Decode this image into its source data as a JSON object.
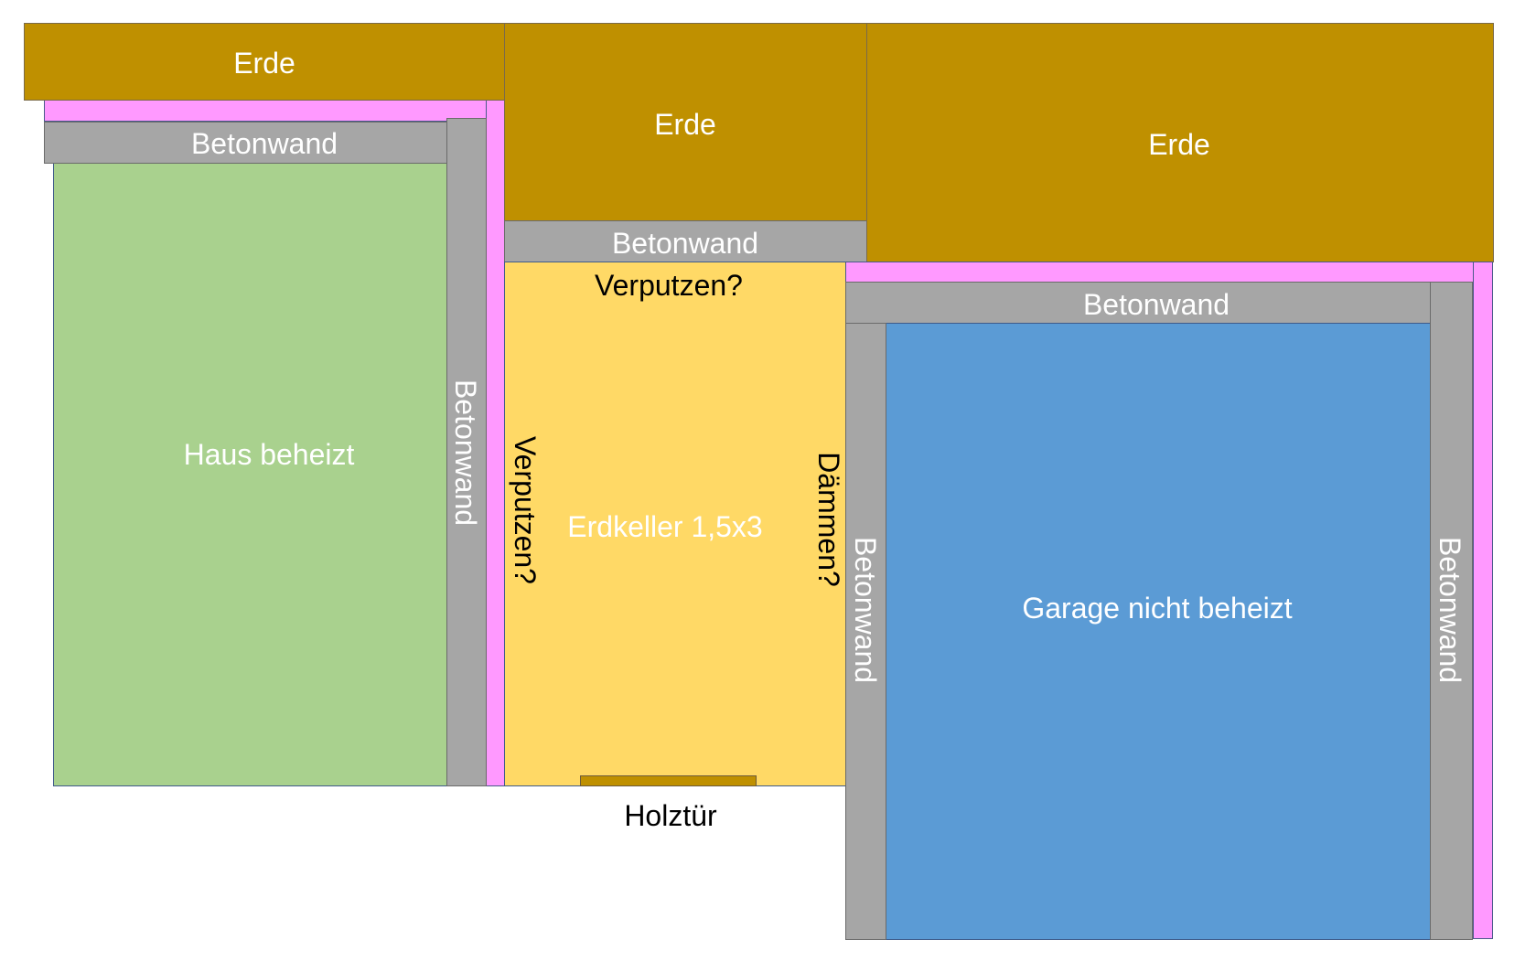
{
  "labels": {
    "erde_left": "Erde",
    "erde_middle": "Erde",
    "erde_right": "Erde",
    "beton_top_left": "Betonwand",
    "beton_vertical_left": "Betonwand",
    "beton_top_middle": "Betonwand",
    "beton_top_right": "Betonwand",
    "beton_garage_left": "Betonwand",
    "beton_garage_right": "Betonwand",
    "haus": "Haus beheizt",
    "cellar": "Erdkeller 1,5x3",
    "cellar_top_note": "Verputzen?",
    "cellar_left_note": "Verputzen?",
    "cellar_right_note": "Dämmen?",
    "garage": "Garage nicht beheizt",
    "door": "Holztür"
  },
  "colors": {
    "earth": "#bf9000",
    "concrete": "#a6a6a6",
    "insulation": "#ff99ff",
    "heated_house": "#a9d18e",
    "earth_cellar": "#ffd966",
    "garage": "#5b9bd5"
  }
}
